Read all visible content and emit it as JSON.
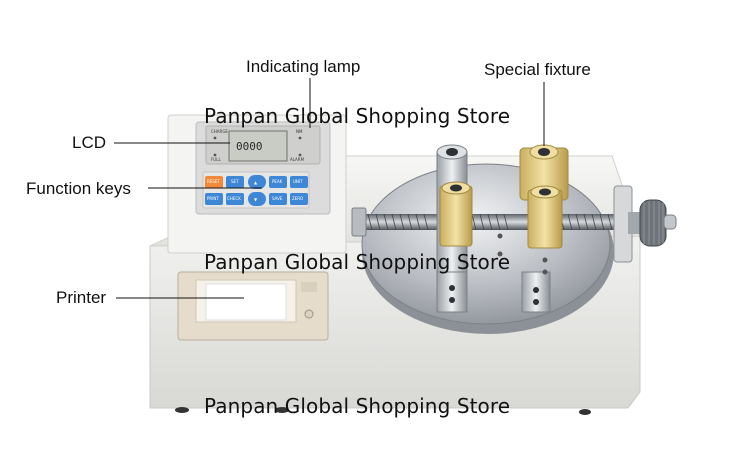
{
  "callouts": {
    "indicating_lamp": "Indicating lamp",
    "special_fixture": "Special fixture",
    "lcd": "LCD",
    "function_keys": "Function keys",
    "printer": "Printer"
  },
  "watermark": "Panpan Global Shopping Store",
  "panel": {
    "charge": "CHARGE",
    "nm": "NM",
    "full": "FULL",
    "alarm": "ALARM",
    "lcd_reading": "0000"
  },
  "keys": {
    "row1": [
      "RESET",
      "SET",
      "▲",
      "PEAK",
      "UNIT"
    ],
    "row2": [
      "PRINT",
      "CHECK",
      "▼",
      "SAVE",
      "ZERO"
    ]
  },
  "colors": {
    "body": "#f3f3f1",
    "keypad": "#dcdcdc",
    "lcd": "#c9ccc4",
    "orange_key": "#f08a3a",
    "blue_key": "#3e87d6",
    "turntable": "#cfd2d6",
    "fixture": "#e8d18a"
  }
}
